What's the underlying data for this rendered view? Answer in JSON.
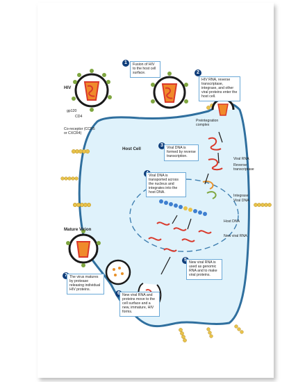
{
  "labels": {
    "hiv": "HIV",
    "gp120": "gp120",
    "cd4": "CD4",
    "coreceptor": "Co-receptor (CCR5 or CXCR4)",
    "host_cell": "Host Cell",
    "mature_virion": "Mature Virion",
    "preintegration": "Preintegration complex",
    "viral_rna": "Viral RNA",
    "reverse_transcriptase": "Reverse transcriptase",
    "integrase": "Integrase",
    "viral_dna": "Viral DNA",
    "host_dna": "Host DNA",
    "new_viral_rna": "New viral RNA"
  },
  "steps": [
    {
      "n": "1",
      "text": "Fusion of HIV to the host cell surface."
    },
    {
      "n": "2",
      "text": "HIV RNA, reverse transcriptase, integrase, and other viral proteins enter the host cell."
    },
    {
      "n": "3",
      "text": "Viral DNA is formed by reverse transcription."
    },
    {
      "n": "4",
      "text": "Viral DNA is transported across the nucleus and integrates into the host DNA."
    },
    {
      "n": "5",
      "text": "New viral RNA is used as genomic RNA and to make viral proteins."
    },
    {
      "n": "6",
      "text": "New viral RNA and proteins move to the cell surface and a new, immature, HIV forms."
    },
    {
      "n": "7",
      "text": "The virus matures by protease releasing individual HIV proteins."
    }
  ],
  "colors": {
    "cell_fill": "#dff2fb",
    "membrane": "#2f6f9e",
    "virus_shell": "#1a1a1a",
    "capsid": "#d9382a",
    "spike": "#7fa640",
    "receptor": "#e8c24a",
    "callout_border": "#6aa8d6",
    "badge": "#0f3d7a"
  }
}
